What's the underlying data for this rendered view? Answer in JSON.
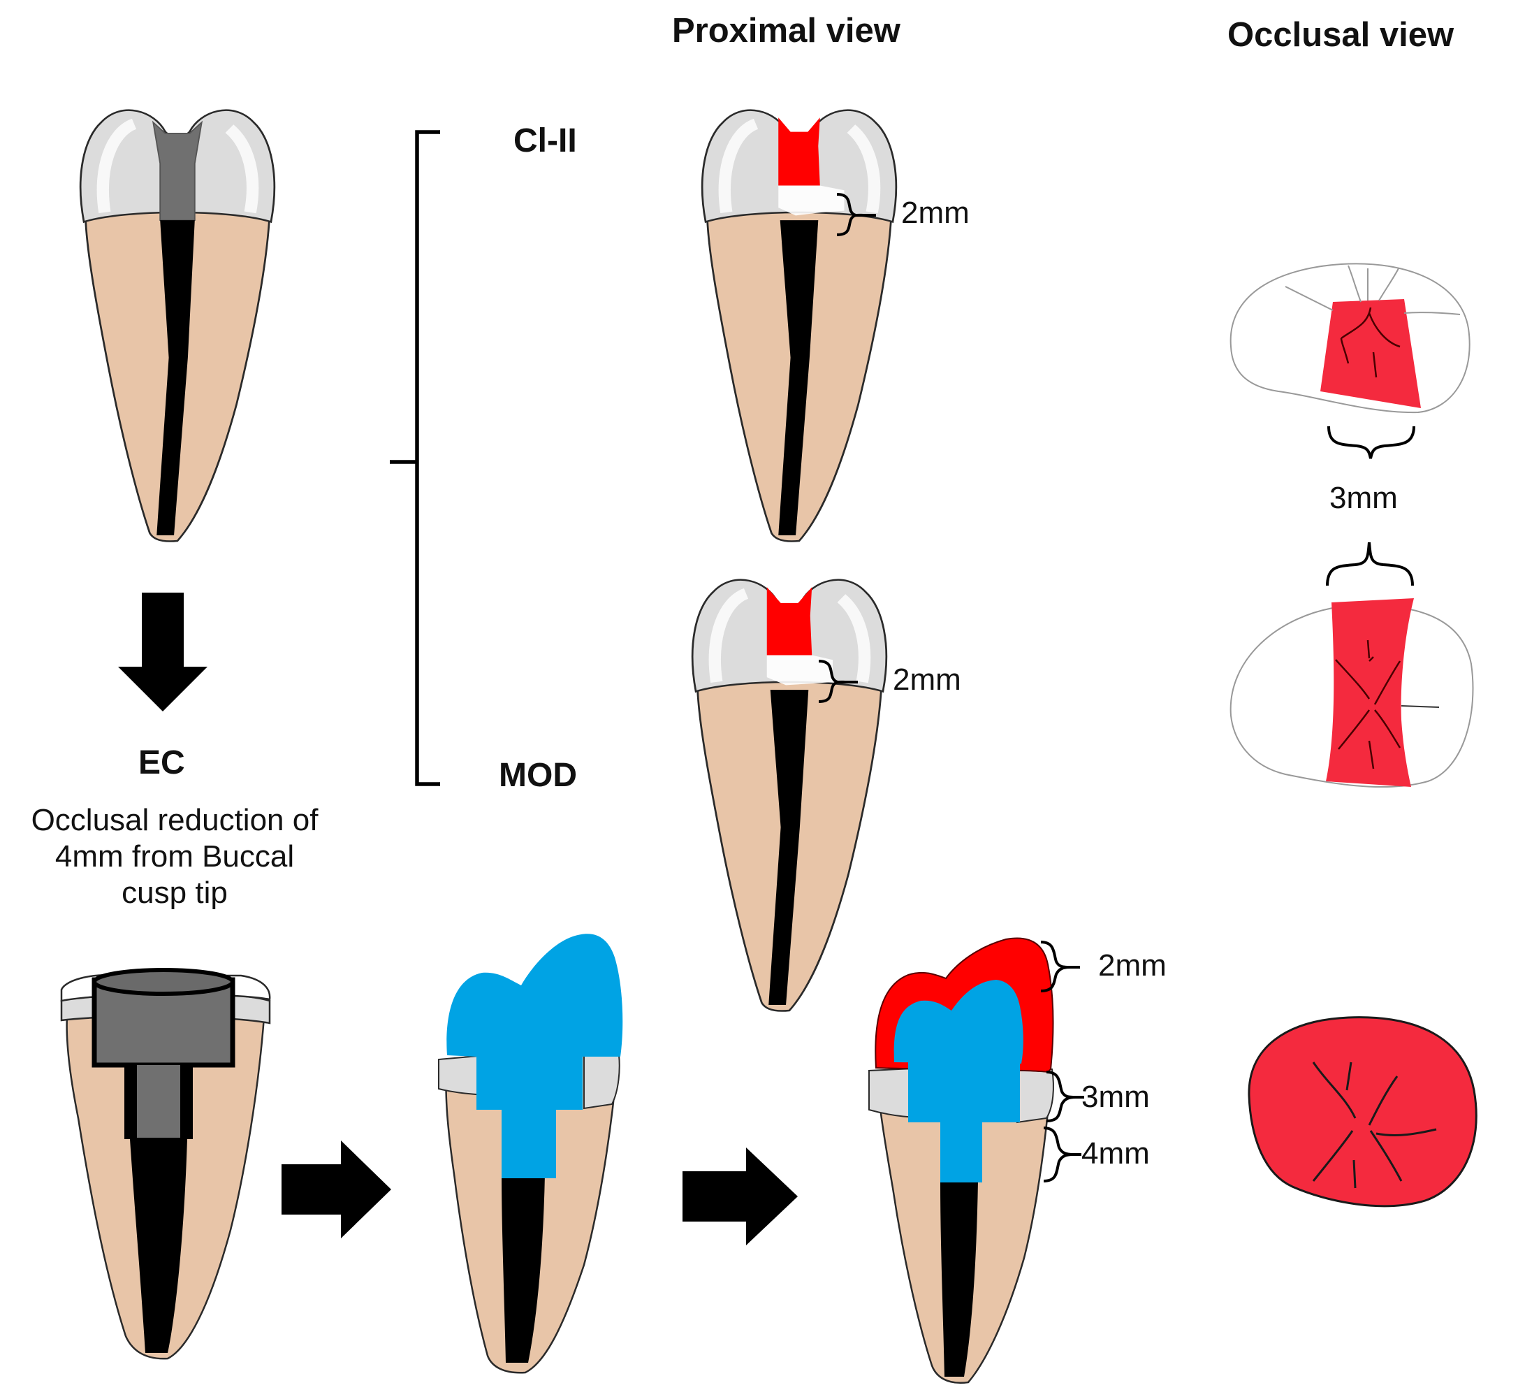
{
  "headers": {
    "proximal_view": "Proximal view",
    "occlusal_view": "Occlusal view"
  },
  "classes": {
    "cl_ii": "Cl-II",
    "mod": "MOD"
  },
  "ec": {
    "title": "EC",
    "caption": [
      "Occlusal reduction of",
      "4mm from Buccal",
      "cusp tip"
    ]
  },
  "dimensions": {
    "cl_ii_depth": "2mm",
    "mod_depth": "2mm",
    "isthmus_width": "3mm",
    "onlay_thickness": "2mm",
    "ferrule_height": "3mm",
    "post_depth": "4mm"
  },
  "colors": {
    "enamel": "#dedede",
    "root": "#e8c5a8",
    "canal": "#000000",
    "preparation_gray": "#707070",
    "cavity_red": "#ff0000",
    "occlusal_red": "#f42a3e",
    "composite_blue": "#00a3e4"
  },
  "icons": [
    "down-arrow-icon",
    "right-arrow-icon",
    "right-arrow-icon"
  ]
}
